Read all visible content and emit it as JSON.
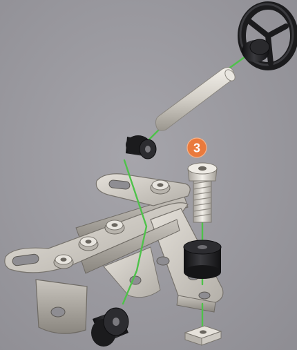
{
  "diagram": {
    "step": {
      "number": "3",
      "badge_color": "#ea7a3c"
    },
    "colors": {
      "background": "#9a999e",
      "assembly_line": "#4ec24a",
      "metal": "#d3cfc9",
      "rubber": "#1b1b1d"
    },
    "parts": [
      {
        "name": "steering-wheel",
        "kind": "wheel"
      },
      {
        "name": "steering-shaft",
        "kind": "rod"
      },
      {
        "name": "shaft-coupler",
        "kind": "spacer"
      },
      {
        "name": "hex-bolt",
        "kind": "bolt"
      },
      {
        "name": "rubber-spacer",
        "kind": "spacer"
      },
      {
        "name": "base-bracket",
        "kind": "plate"
      },
      {
        "name": "lower-spacer",
        "kind": "spacer"
      },
      {
        "name": "square-nut",
        "kind": "nut"
      }
    ]
  }
}
